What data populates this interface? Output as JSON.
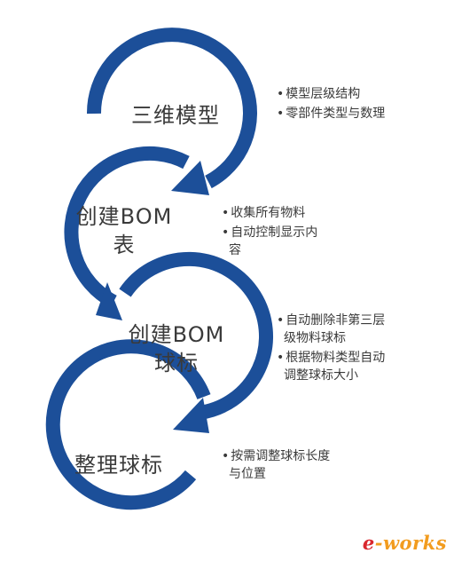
{
  "colors": {
    "ring": "#1c4f99",
    "text": "#3a3a3a",
    "logo_e": "#d9272e",
    "logo_rest": "#f29c1f"
  },
  "stages": [
    {
      "title": "三维模型",
      "bullets": [
        "模型层级结构",
        "零部件类型与数理"
      ]
    },
    {
      "title": "创建BOM表",
      "bullets": [
        "收集所有物料",
        "自动控制显示内容"
      ]
    },
    {
      "title": "创建BOM球标",
      "bullets": [
        "自动删除非第三层级物料球标",
        "根据物料类型自动调整球标大小"
      ]
    },
    {
      "title": "整理球标",
      "bullets": [
        "按需调整球标长度与位置"
      ]
    }
  ],
  "logo": {
    "e": "e",
    "rest": "-works"
  }
}
